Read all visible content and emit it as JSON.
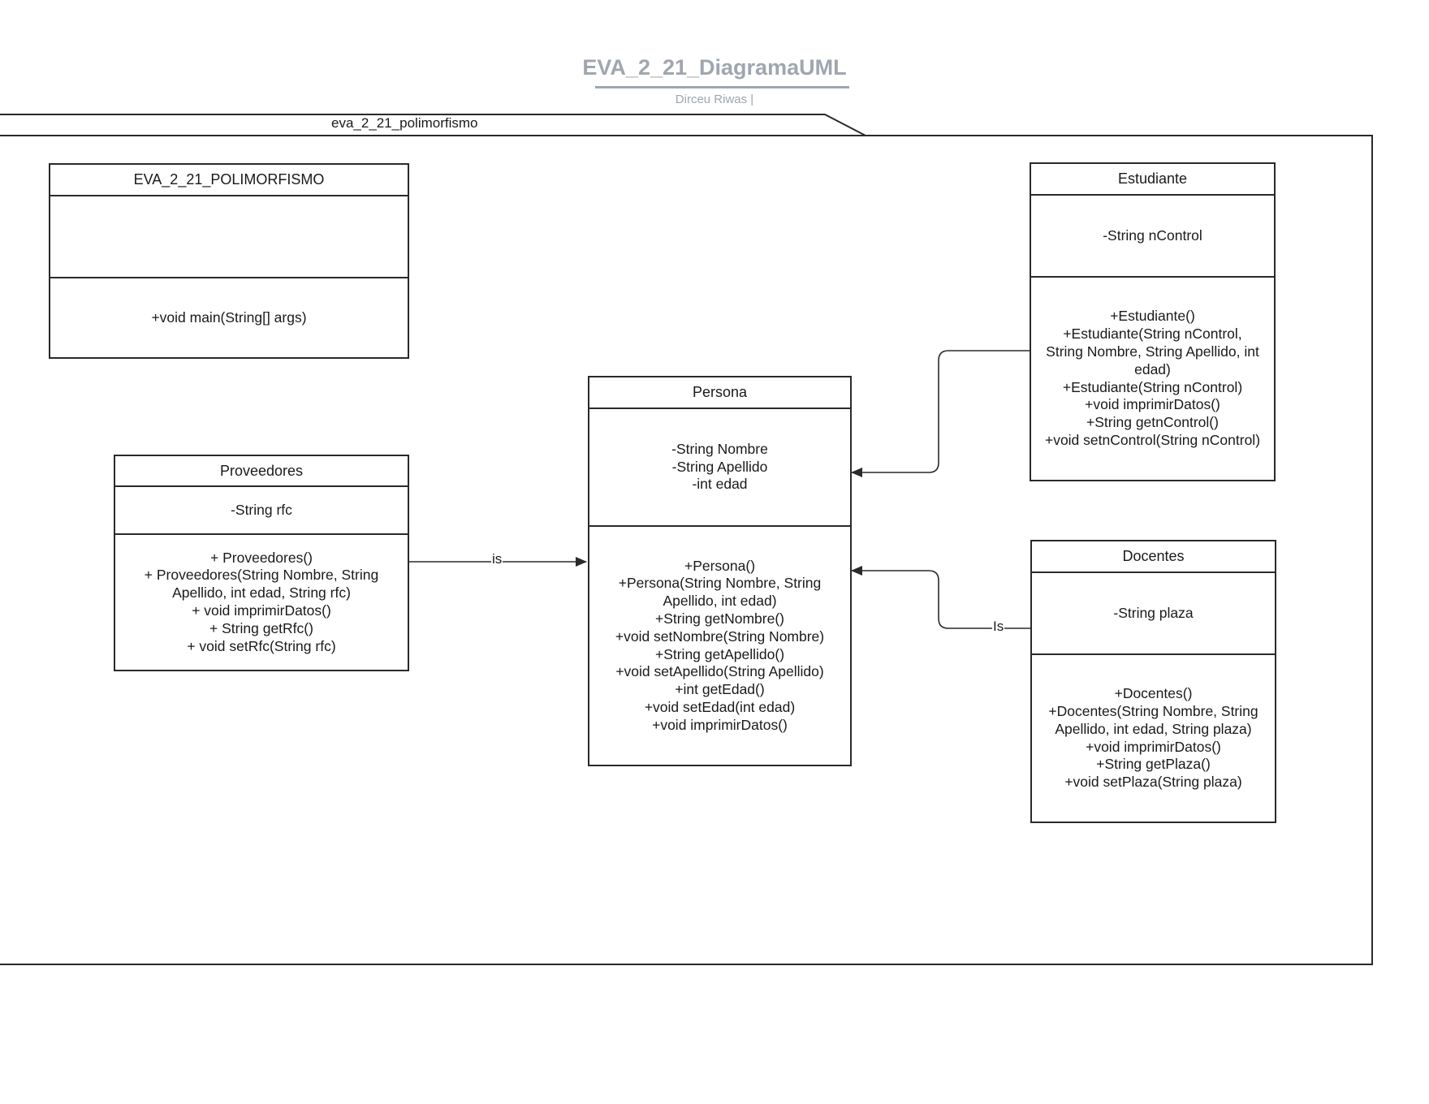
{
  "diagram": {
    "title": "EVA_2_21_DiagramaUML",
    "subtitle": "Dirceu Riwas  |",
    "package_name": "eva_2_21_polimorfismo",
    "classes": {
      "main": {
        "name": "EVA_2_21_POLIMORFISMO",
        "attributes": [],
        "methods": [
          "+void main(String[] args)"
        ]
      },
      "proveedores": {
        "name": "Proveedores",
        "attributes": [
          "-String rfc"
        ],
        "methods": [
          "+ Proveedores()",
          "+ Proveedores(String Nombre, String",
          "Apellido, int edad, String rfc)",
          "+ void imprimirDatos()",
          "+ String getRfc()",
          "+ void setRfc(String rfc)"
        ]
      },
      "persona": {
        "name": "Persona",
        "attributes": [
          "-String Nombre",
          "-String Apellido",
          "-int edad"
        ],
        "methods": [
          "+Persona()",
          "+Persona(String Nombre, String",
          "Apellido, int edad)",
          "+String getNombre()",
          "+void setNombre(String Nombre)",
          "+String getApellido()",
          "+void setApellido(String Apellido)",
          "+int getEdad()",
          "+void setEdad(int edad)",
          "+void imprimirDatos()"
        ]
      },
      "estudiante": {
        "name": "Estudiante",
        "attributes": [
          "-String nControl"
        ],
        "methods": [
          "+Estudiante()",
          "+Estudiante(String nControl,",
          "String Nombre, String Apellido, int",
          "edad)",
          "+Estudiante(String nControl)",
          "+void imprimirDatos()",
          "+String getnControl()",
          "+void setnControl(String nControl)"
        ]
      },
      "docentes": {
        "name": "Docentes",
        "attributes": [
          "-String plaza"
        ],
        "methods": [
          "+Docentes()",
          "+Docentes(String Nombre, String",
          "Apellido, int edad, String plaza)",
          "+void imprimirDatos()",
          "+String getPlaza()",
          "+void setPlaza(String plaza)"
        ]
      }
    },
    "connectors": {
      "proveedores_persona_label": "is",
      "docentes_persona_label": "Is"
    }
  }
}
